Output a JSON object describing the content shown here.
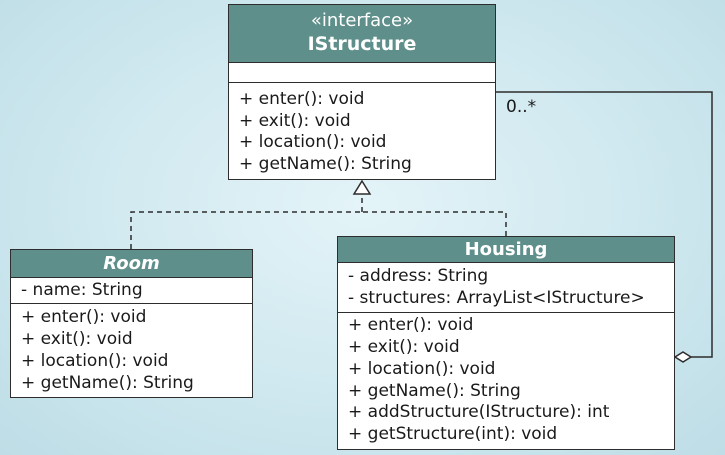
{
  "diagram": {
    "istructure": {
      "stereotype": "«interface»",
      "name": "IStructure",
      "attributes": [],
      "operations": [
        "+ enter(): void",
        "+ exit(): void",
        "+ location(): void",
        "+ getName(): String"
      ]
    },
    "room": {
      "name": "Room",
      "attributes": [
        "- name: String"
      ],
      "operations": [
        "+ enter(): void",
        "+ exit(): void",
        "+ location(): void",
        "+ getName(): String"
      ]
    },
    "housing": {
      "name": "Housing",
      "attributes": [
        "- address: String",
        "- structures: ArrayList<IStructure>"
      ],
      "operations": [
        "+ enter(): void",
        "+ exit(): void",
        "+ location(): void",
        "+ getName(): String",
        "+ addStructure(IStructure): int",
        "+ getStructure(int): void"
      ]
    },
    "aggregation_multiplicity": "0..*"
  },
  "colors": {
    "header": "#5f8f8a",
    "line": "#2d2d2d",
    "background": "#cfe8ef"
  }
}
